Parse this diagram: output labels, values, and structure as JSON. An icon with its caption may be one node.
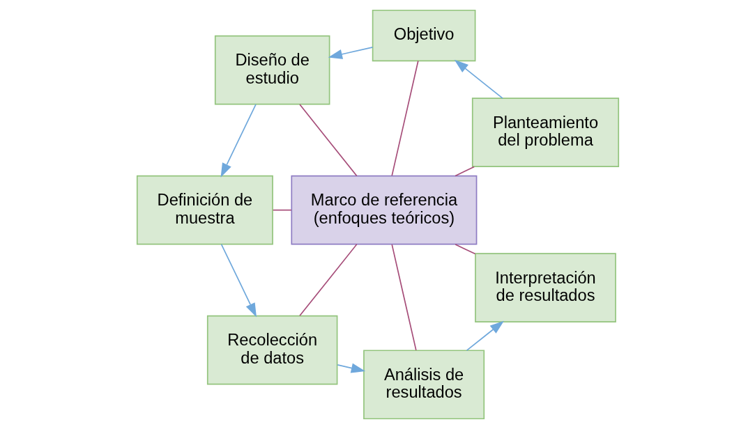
{
  "diagram": {
    "nodes": [
      {
        "text": [
          "Planteamiento del problema"
        ]
      },
      {
        "text": [
          "Objetivo"
        ]
      },
      {
        "text": [
          "Diseño de estudio"
        ]
      },
      {
        "text": [
          "Definición de muestra"
        ]
      },
      {
        "text": [
          "Recolección de datos"
        ]
      },
      {
        "text": [
          "Análisis de resultados"
        ]
      },
      {
        "text": [
          "Interpretación de resultados"
        ]
      },
      {
        "text": [
          "Marco de referencia (enfoques teóricos)"
        ]
      }
    ],
    "edges": [
      {
        "from": 0,
        "to": 1,
        "arrow": "to",
        "color": "#6fa8dc"
      },
      {
        "from": 1,
        "to": 2,
        "arrow": "to",
        "color": "#6fa8dc"
      },
      {
        "from": 2,
        "to": 3,
        "arrow": "to",
        "color": "#6fa8dc"
      },
      {
        "from": 3,
        "to": 4,
        "arrow": "to",
        "color": "#6fa8dc"
      },
      {
        "from": 4,
        "to": 5,
        "arrow": "to",
        "color": "#6fa8dc"
      },
      {
        "from": 5,
        "to": 6,
        "arrow": "to",
        "color": "#6fa8dc"
      },
      {
        "from": 7,
        "to": 0,
        "arrow": "none"
      },
      {
        "from": 7,
        "to": 1,
        "arrow": "none"
      },
      {
        "from": 7,
        "to": 2,
        "arrow": "none"
      },
      {
        "from": 7,
        "to": 3,
        "arrow": "none"
      },
      {
        "from": 7,
        "to": 4,
        "arrow": "none"
      },
      {
        "from": 7,
        "to": 5,
        "arrow": "none"
      },
      {
        "from": 7,
        "to": 6,
        "arrow": "none"
      }
    ]
  }
}
